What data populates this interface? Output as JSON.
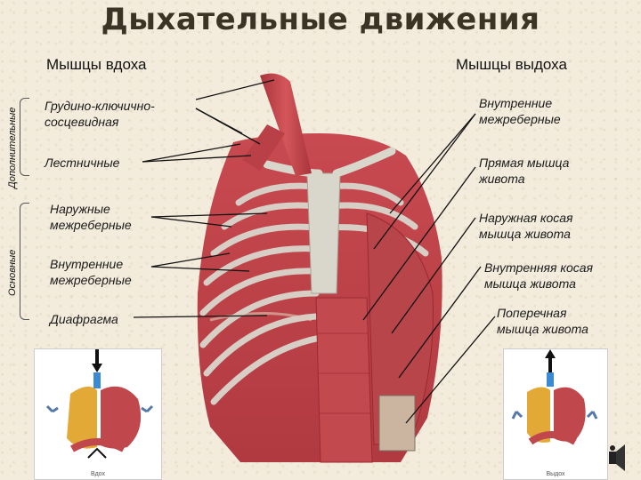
{
  "title": "Дыхательные движения",
  "inhale_header": "Мышцы вдоха",
  "exhale_header": "Мышцы выдоха",
  "side_labels": {
    "accessory": "Дополнительные",
    "main": "Основные"
  },
  "inhale_muscles": [
    "Грудино-ключично-\nсосцевидная",
    "Лестничные",
    "Наружные\nмежреберные",
    "Внутренние\nмежреберные",
    "Диафрагма"
  ],
  "exhale_muscles": [
    "Внутренние\nмежреберные",
    "Прямая мышца\nживота",
    "Наружная косая\nмышца живота",
    "Внутренняя косая\nмышца живота",
    "Поперечная\nмышца живота"
  ],
  "thumbnails": {
    "inhale_caption": "Вдох",
    "exhale_caption": "Выдох"
  },
  "colors": {
    "muscle": "#c9434a",
    "muscle_dark": "#9a2a30",
    "bone": "#d9d6cc",
    "title": "#3b3426"
  }
}
